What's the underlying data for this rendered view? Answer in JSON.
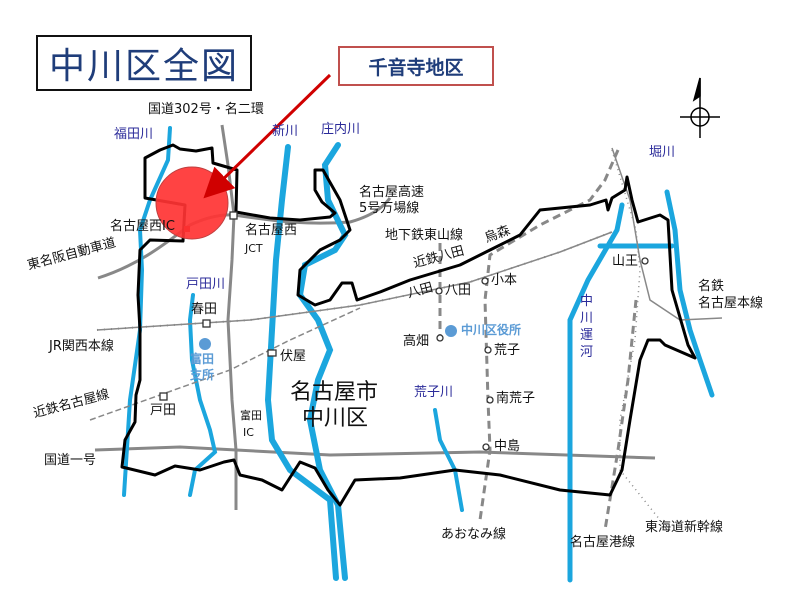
{
  "title": "中川区全図",
  "highlight": {
    "label": "千音寺地区",
    "marker_color": "#ff3333",
    "arrow_color": "#d00000"
  },
  "colors": {
    "river": "#1ba6de",
    "boundary": "#000000",
    "road": "#808080",
    "railway": "#808080",
    "ward_office": "#5b9bd5"
  },
  "roads": {
    "route302": "国道302号・名二環",
    "meihan": "東名阪自動車道",
    "expressway5": [
      "名古屋高速",
      "5号万場線"
    ],
    "route1": "国道一号",
    "nagoya_nishi_ic": "名古屋西IC",
    "nagoya_nishi_jct": [
      "名古屋西",
      "JCT"
    ],
    "tomita_ic": [
      "富田",
      "IC"
    ]
  },
  "rivers": {
    "fukuda": "福田川",
    "shin": "新川",
    "shonai": "庄内川",
    "toda": "戸田川",
    "arako": "荒子川",
    "hori": "堀川",
    "canal": [
      "中",
      "川",
      "運",
      "河"
    ]
  },
  "railways": {
    "higashiyama": "地下鉄東山線",
    "jr_kansai": "JR関西本線",
    "kintetsu": "近鉄名古屋線",
    "meitetsu": [
      "名鉄",
      "名古屋本線"
    ],
    "aonami": "あおなみ線",
    "port_line": "名古屋港線",
    "shinkansen": "東海道新幹線"
  },
  "stations": {
    "kasuga": "春田",
    "fushiya": "伏屋",
    "toda": "戸田",
    "kintetsu_hatta": "近鉄八田",
    "hatta1": "八田",
    "hatta2": "八田",
    "karasumori": "烏森",
    "komoto": "小本",
    "takabata": "高畑",
    "arako": "荒子",
    "minami_arako": "南荒子",
    "nakajima": "中島",
    "sanno": "山王"
  },
  "offices": {
    "ward_office": "中川区役所",
    "branch": [
      "富田",
      "支所"
    ]
  },
  "city_label": [
    "名古屋市",
    "中川区"
  ],
  "compass": "north-arrow"
}
